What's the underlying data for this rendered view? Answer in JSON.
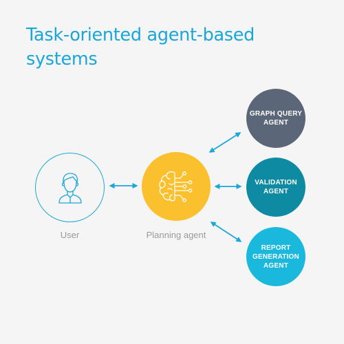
{
  "title": "Task-oriented agent-based systems",
  "nodes": {
    "user": {
      "label": "User",
      "icon": "user-icon"
    },
    "planning": {
      "label": "Planning agent",
      "icon": "brain-icon"
    },
    "graph_query": {
      "label": "GRAPH QUERY AGENT"
    },
    "validation": {
      "label": "VALIDATION AGENT"
    },
    "report_generation": {
      "label": "REPORT GENERATION AGENT"
    }
  },
  "colors": {
    "accent": "#1aa6d9",
    "planning": "#fbc02d",
    "graph_query": "#5b6778",
    "validation": "#0f8aa3",
    "report_generation": "#1ab8dd",
    "caption": "#9a9a9a"
  }
}
